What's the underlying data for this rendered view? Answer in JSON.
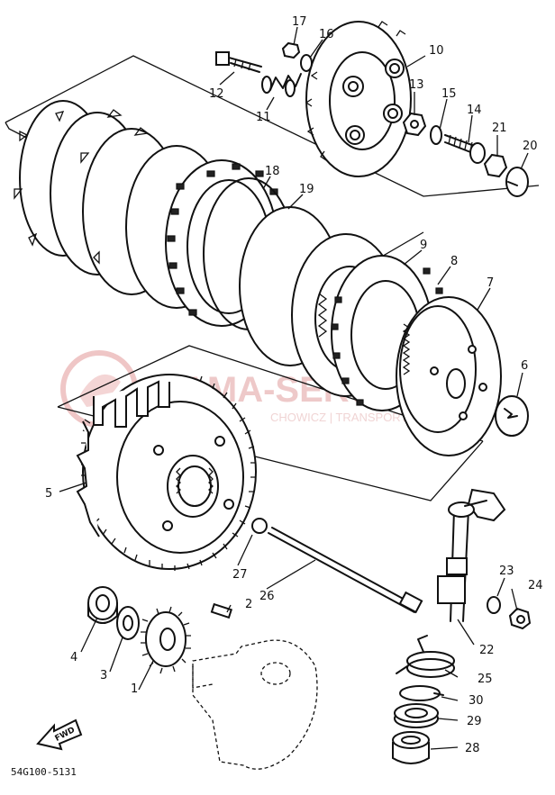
{
  "watermark": {
    "logo_text": "YAMA-SERWIS",
    "tagline": "CHOWICZ | TRANSPORT I YAMAHA",
    "color": "#e9b8b8"
  },
  "diagram_code": "54G100-5131",
  "fwd_label": "FWD",
  "parts": [
    "1",
    "2",
    "3",
    "4",
    "5",
    "6",
    "7",
    "8",
    "9",
    "10",
    "11",
    "12",
    "13",
    "14",
    "15",
    "16",
    "17",
    "18",
    "19",
    "20",
    "21",
    "22",
    "23",
    "24",
    "25",
    "26",
    "27",
    "28",
    "29",
    "30"
  ]
}
